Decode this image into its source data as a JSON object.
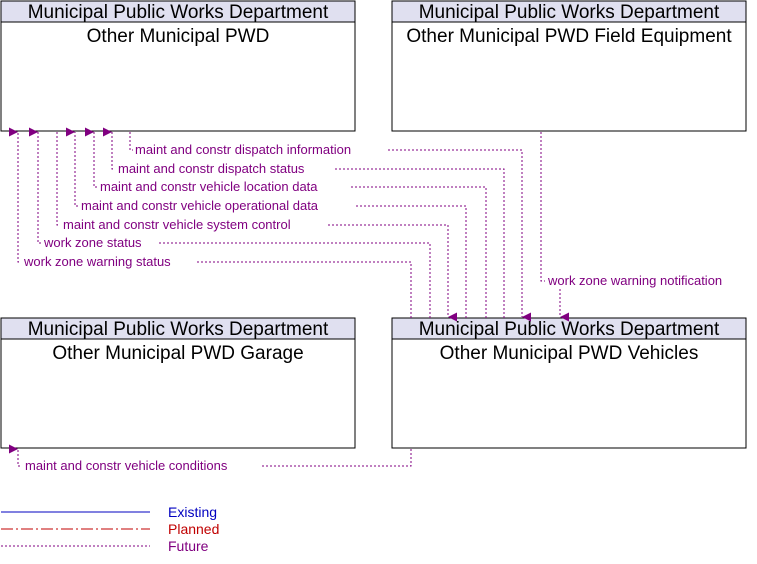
{
  "colors": {
    "future": "#800080",
    "existing": "#0000c0",
    "planned": "#c00000",
    "header_fill": "#e0e0f0"
  },
  "boxes": {
    "top_left": {
      "header": "Municipal Public Works Department",
      "name": "Other Municipal PWD"
    },
    "top_right": {
      "header": "Municipal Public Works Department",
      "name": "Other Municipal PWD Field Equipment"
    },
    "bottom_left": {
      "header": "Municipal Public Works Department",
      "name": "Other Municipal PWD Garage"
    },
    "bottom_right": {
      "header": "Municipal Public Works Department",
      "name": "Other Municipal PWD Vehicles"
    }
  },
  "flows": {
    "dispatch_information": "maint and constr dispatch information",
    "dispatch_status": "maint and constr dispatch status",
    "vehicle_location_data": "maint and constr vehicle location data",
    "vehicle_operational_data": "maint and constr vehicle operational data",
    "vehicle_system_control": "maint and constr vehicle system control",
    "work_zone_status": "work zone status",
    "work_zone_warning_status": "work zone warning status",
    "work_zone_warning_notification": "work zone warning notification",
    "vehicle_conditions": "maint and constr vehicle conditions"
  },
  "legend": {
    "existing": "Existing",
    "planned": "Planned",
    "future": "Future"
  }
}
